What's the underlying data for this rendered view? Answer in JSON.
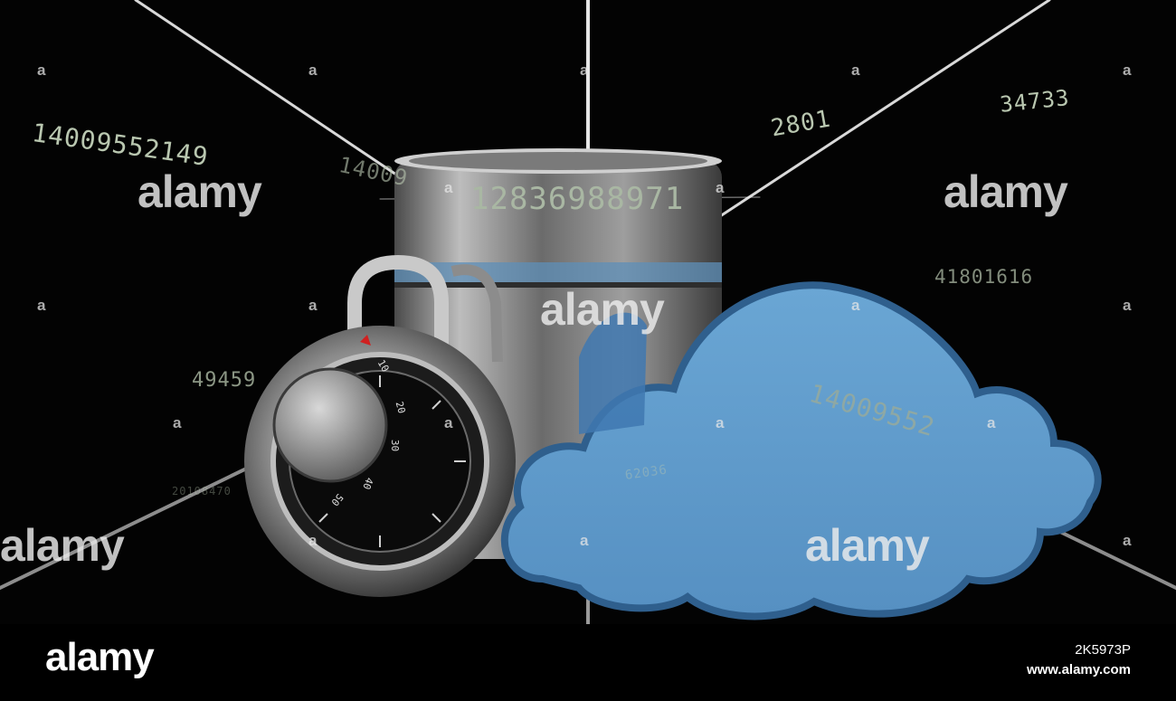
{
  "scene": {
    "floating_numbers": [
      "14009552149",
      "14009",
      "12836988971",
      "2801",
      "34733",
      "41801616",
      "49459",
      "14009552",
      "62036",
      "20108470"
    ],
    "watermark_text": "alamy",
    "watermark_dot": "a",
    "lock_dial_numbers": [
      "10",
      "20",
      "30",
      "40",
      "50"
    ]
  },
  "footer": {
    "logo": "alamy",
    "image_id": "2K5973P",
    "url": "www.alamy.com"
  },
  "colors": {
    "background": "#000000",
    "cloud_blue": "#5f9bc9",
    "number_green": "#b9c7b0",
    "metal": "#9a9a9a"
  }
}
